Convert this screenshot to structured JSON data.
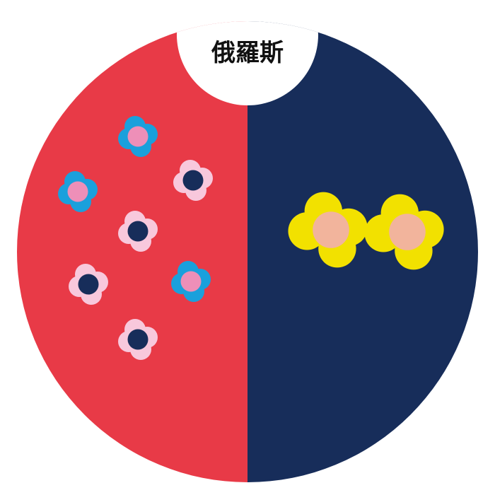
{
  "title": "俄羅斯",
  "colors": {
    "background": "#ffffff",
    "left_half": "#e83a47",
    "right_half": "#172d5a",
    "title_cap": "#ffffff",
    "blue_petal": "#1aa0dc",
    "pink_center": "#ee8fb8",
    "light_pink_petal": "#f8c8dc",
    "navy_center": "#172d5a",
    "yellow_petal": "#f2e100",
    "peach_center": "#f2b49c"
  },
  "left_groups": [
    {
      "icon": "blue-flower-icon",
      "petal": "blue_petal",
      "center": "pink_center"
    },
    {
      "icon": "blue-flower-icon",
      "petal": "blue_petal",
      "center": "pink_center"
    },
    {
      "icon": "blue-flower-icon",
      "petal": "blue_petal",
      "center": "pink_center"
    },
    {
      "icon": "pink-flower-icon",
      "petal": "light_pink_petal",
      "center": "navy_center"
    },
    {
      "icon": "pink-flower-icon",
      "petal": "light_pink_petal",
      "center": "navy_center"
    },
    {
      "icon": "pink-flower-icon",
      "petal": "light_pink_petal",
      "center": "navy_center"
    },
    {
      "icon": "pink-flower-icon",
      "petal": "light_pink_petal",
      "center": "navy_center"
    }
  ],
  "right_groups": [
    {
      "icon": "yellow-flower-icon",
      "petal": "yellow_petal",
      "center": "peach_center"
    },
    {
      "icon": "yellow-flower-icon",
      "petal": "yellow_petal",
      "center": "peach_center"
    }
  ]
}
